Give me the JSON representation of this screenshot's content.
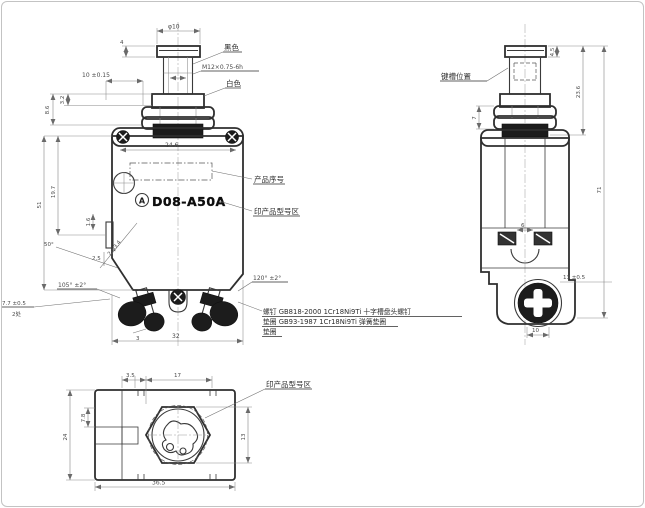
{
  "front_view": {
    "dim_phi10": "φ10",
    "dim_4": "4",
    "dim_10_tol": "10 ±0.15",
    "dim_8_6": "8.6",
    "dim_3_2": "3.2",
    "dim_24_6": "24.6",
    "dim_51": "51",
    "dim_19_7": "19.7",
    "dim_1_6": "1.6",
    "dim_2_5": "2.5",
    "angle_50": "50°",
    "dim_2phi": "2-φ3.4",
    "dim_32": "32",
    "dim_3": "3",
    "angle_105": "105° ±2°",
    "angle_120": "120° ±2°",
    "dim_7_7": "7.7 ±0.5",
    "dim_7_7_places": "2处",
    "label_black": "黑色",
    "label_thread": "M12×0.75-6h",
    "label_white": "白色",
    "label_serial": "产品序号",
    "label_model_area": "印产品型号区",
    "model_marking": "D08-A50A",
    "logo_letter": "A",
    "note_line1": "螺钉 GB818-2000 1Cr18Ni9Ti 十字槽盘头螺钉",
    "note_line2": "垫圈 GB93-1987 1Cr18Ni9Ti 弹簧垫圈",
    "note_line3": "垫圈"
  },
  "side_view": {
    "label_keyway": "键槽位置",
    "dim_4_5": "4.5",
    "dim_7": "7",
    "dim_23_6": "23.6",
    "dim_6": "6",
    "dim_13_tol": "13 ±0.5",
    "dim_10": "10",
    "dim_71": "71"
  },
  "bottom_view": {
    "dim_3_5": "3.5",
    "dim_17": "17",
    "dim_7_8": "7.8",
    "dim_24": "24",
    "dim_13": "13",
    "dim_36_5": "36.5",
    "label_model_area": "印产品型号区"
  }
}
